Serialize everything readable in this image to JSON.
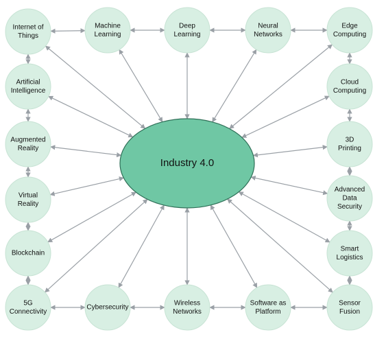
{
  "diagram": {
    "center": {
      "id": "industry",
      "label": "Industry 4.0"
    },
    "nodes": [
      {
        "id": "iot",
        "lines": [
          "Internet of",
          "Things"
        ]
      },
      {
        "id": "ml",
        "lines": [
          "Machine",
          "Learning"
        ]
      },
      {
        "id": "dl",
        "lines": [
          "Deep",
          "Learning"
        ]
      },
      {
        "id": "nn",
        "lines": [
          "Neural",
          "Networks"
        ]
      },
      {
        "id": "edge",
        "lines": [
          "Edge",
          "Computing"
        ]
      },
      {
        "id": "ai",
        "lines": [
          "Artificial",
          "Intelligence"
        ]
      },
      {
        "id": "cloud",
        "lines": [
          "Cloud",
          "Computing"
        ]
      },
      {
        "id": "ar",
        "lines": [
          "Augmented",
          "Reality"
        ]
      },
      {
        "id": "print3d",
        "lines": [
          "3D",
          "Printing"
        ]
      },
      {
        "id": "vr",
        "lines": [
          "Virtual",
          "Reality"
        ]
      },
      {
        "id": "security",
        "lines": [
          "Advanced",
          "Data",
          "Security"
        ]
      },
      {
        "id": "blockchain",
        "lines": [
          "Blockchain"
        ]
      },
      {
        "id": "logistics",
        "lines": [
          "Smart",
          "Logistics"
        ]
      },
      {
        "id": "g5",
        "lines": [
          "5G",
          "Connectivity"
        ]
      },
      {
        "id": "cyber",
        "lines": [
          "Cybersecurity"
        ]
      },
      {
        "id": "wireless",
        "lines": [
          "Wireless",
          "Networks"
        ]
      },
      {
        "id": "saas",
        "lines": [
          "Software as",
          "Platform"
        ]
      },
      {
        "id": "sensor",
        "lines": [
          "Sensor",
          "Fusion"
        ]
      }
    ],
    "edges": [
      [
        "iot",
        "ml"
      ],
      [
        "ml",
        "dl"
      ],
      [
        "dl",
        "nn"
      ],
      [
        "nn",
        "edge"
      ],
      [
        "iot",
        "ai"
      ],
      [
        "ai",
        "ar"
      ],
      [
        "ar",
        "vr"
      ],
      [
        "vr",
        "blockchain"
      ],
      [
        "blockchain",
        "g5"
      ],
      [
        "edge",
        "cloud"
      ],
      [
        "cloud",
        "print3d"
      ],
      [
        "print3d",
        "security"
      ],
      [
        "security",
        "logistics"
      ],
      [
        "logistics",
        "sensor"
      ],
      [
        "g5",
        "cyber"
      ],
      [
        "cyber",
        "wireless"
      ],
      [
        "wireless",
        "saas"
      ],
      [
        "saas",
        "sensor"
      ],
      [
        "industry",
        "iot"
      ],
      [
        "industry",
        "ml"
      ],
      [
        "industry",
        "dl"
      ],
      [
        "industry",
        "nn"
      ],
      [
        "industry",
        "edge"
      ],
      [
        "industry",
        "ai"
      ],
      [
        "industry",
        "ar"
      ],
      [
        "industry",
        "vr"
      ],
      [
        "industry",
        "blockchain"
      ],
      [
        "industry",
        "g5"
      ],
      [
        "industry",
        "cloud"
      ],
      [
        "industry",
        "print3d"
      ],
      [
        "industry",
        "security"
      ],
      [
        "industry",
        "logistics"
      ],
      [
        "industry",
        "sensor"
      ],
      [
        "industry",
        "cyber"
      ],
      [
        "industry",
        "wireless"
      ],
      [
        "industry",
        "saas"
      ]
    ]
  }
}
